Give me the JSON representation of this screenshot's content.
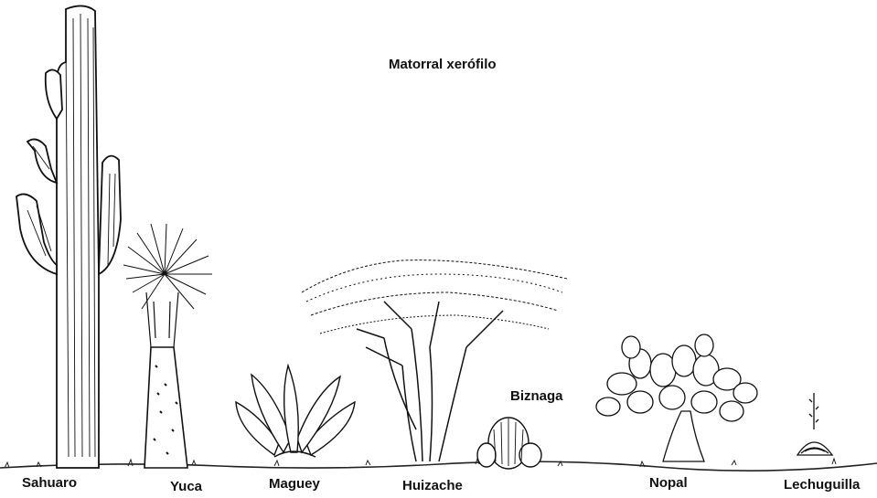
{
  "title": "Matorral xerófilo",
  "plants": [
    {
      "id": "sahuaro",
      "label": "Sahuaro"
    },
    {
      "id": "yuca",
      "label": "Yuca"
    },
    {
      "id": "maguey",
      "label": "Maguey"
    },
    {
      "id": "huizache",
      "label": "Huizache"
    },
    {
      "id": "biznaga",
      "label": "Biznaga"
    },
    {
      "id": "nopal",
      "label": "Nopal"
    },
    {
      "id": "lechuguilla",
      "label": "Lechuguilla"
    }
  ],
  "colors": {
    "ink": "#111111",
    "background": "#ffffff"
  }
}
